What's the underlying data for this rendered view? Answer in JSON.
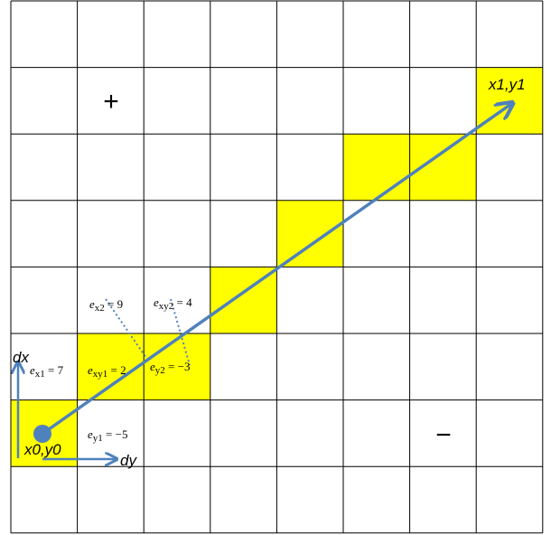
{
  "grid": {
    "cols": 8,
    "rows": 8,
    "line_color": "#000000",
    "highlight_color": "#ffff00",
    "highlighted_cells": [
      [
        0,
        6
      ],
      [
        1,
        5
      ],
      [
        2,
        5
      ],
      [
        3,
        4
      ],
      [
        4,
        3
      ],
      [
        5,
        2
      ],
      [
        6,
        2
      ],
      [
        7,
        1
      ]
    ]
  },
  "colors": {
    "arrow": "#4f81bd"
  },
  "labels": {
    "plus": "+",
    "minus": "−",
    "end_point": "x1,y1",
    "start_point": "x0,y0",
    "dx": "dx",
    "dy": "dy"
  },
  "errors": {
    "ex1": {
      "sym": "e",
      "sub": "x1",
      "val": " = 7"
    },
    "exy1": {
      "sym": "e",
      "sub": "xy1",
      "val": " = 2"
    },
    "ey1": {
      "sym": "e",
      "sub": "y1",
      "val": " = −5"
    },
    "ex2": {
      "sym": "e",
      "sub": "x2",
      "val": " = 9"
    },
    "exy2": {
      "sym": "e",
      "sub": "xy2",
      "val": " = 4"
    },
    "ey2": {
      "sym": "e",
      "sub": "y2",
      "val": " = −3"
    }
  }
}
